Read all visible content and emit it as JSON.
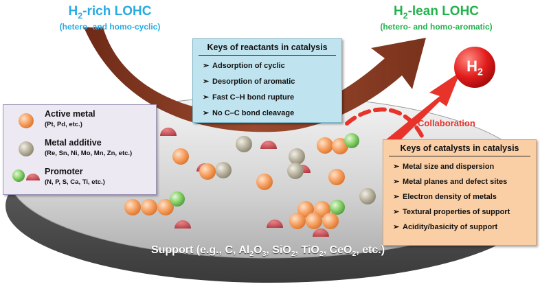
{
  "titles": {
    "left_main_prefix": "H",
    "left_main_sub": "2",
    "left_main_suffix": "-rich LOHC",
    "left_sub": "(hetero- and homo-cyclic)",
    "right_main_prefix": "H",
    "right_main_sub": "2",
    "right_main_suffix": "-lean LOHC",
    "right_sub": "(hetero- and homo-aromatic)"
  },
  "reactants_box": {
    "heading": "Keys of reactants in catalysis",
    "items": [
      "Adsorption of cyclic",
      "Desorption of aromatic",
      "Fast C–H bond rupture",
      "No C–C bond cleavage"
    ]
  },
  "catalysts_box": {
    "heading": "Keys of catalysts in catalysis",
    "items": [
      "Metal size and dispersion",
      "Metal planes and defect sites",
      "Electron density of metals",
      "Textural properties of support",
      "Acidity/basicity of support"
    ]
  },
  "legend": {
    "active_metal": "Active metal",
    "active_metal_detail": "(Pt, Pd, etc.)",
    "metal_additive": "Metal additive",
    "metal_additive_detail": "(Re, Sn, Ni, Mo, Mn, Zn, etc.)",
    "promoter": "Promoter",
    "promoter_detail": "(N, P, S, Ca, Ti, etc.)"
  },
  "collaboration": "Collaboration",
  "h2_badge": {
    "prefix": "H",
    "sub": "2"
  },
  "support": {
    "p1": "Support (e.g., C, Al",
    "s1": "2",
    "p2": "O",
    "s2": "3",
    "p3": ", SiO",
    "s3": "2",
    "p4": ", TiO",
    "s4": "2",
    "p5": ", CeO",
    "s5": "2",
    "p6": ", etc.)"
  },
  "colors": {
    "active_metal": "#f7a060",
    "metal_additive": "#b9b3a0",
    "promoter_green": "#88d16a",
    "promoter_red": "#c8444a",
    "arrow_brown": "#8a3a24",
    "arrow_red": "#e8332b",
    "title_blue": "#29abe2",
    "title_green": "#22b24c"
  }
}
